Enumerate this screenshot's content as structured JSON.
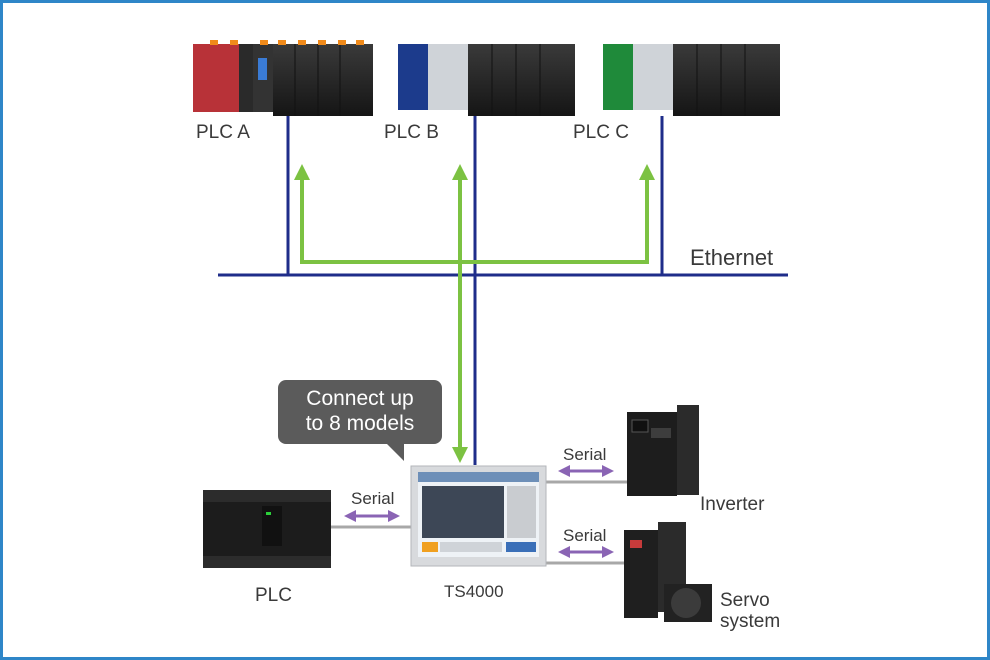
{
  "labels": {
    "plc_a": "PLC A",
    "plc_b": "PLC B",
    "plc_c": "PLC C",
    "ethernet": "Ethernet",
    "callout_line1": "Connect up",
    "callout_line2": "to 8 models",
    "serial_left": "Serial",
    "serial_inverter": "Serial",
    "serial_servo": "Serial",
    "plc": "PLC",
    "ts4000": "TS4000",
    "inverter": "Inverter",
    "servo_line1": "Servo",
    "servo_line2": "system"
  },
  "colors": {
    "frame": "#2f86c8",
    "ethernet_line": "#1f2d8a",
    "green_arrow": "#7cc242",
    "purple_arrow": "#8a64b4",
    "callout_bg": "#5b5b5b"
  }
}
